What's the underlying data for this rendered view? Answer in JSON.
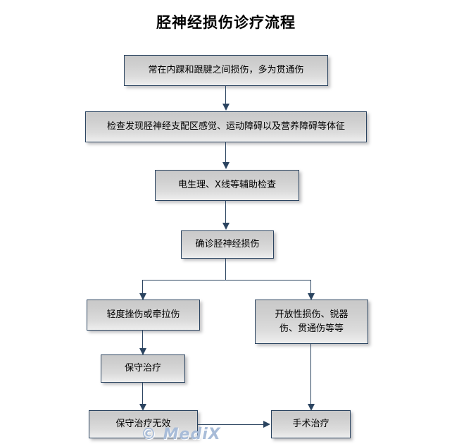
{
  "title": "胫神经损伤诊疗流程",
  "watermark": "© MediX",
  "colors": {
    "border": "#2b4460",
    "box_fill_top": "#c9c9c9",
    "box_fill_bottom": "#eeeeee",
    "text": "#000000",
    "watermark": "#a8bcd8",
    "background": "#ffffff"
  },
  "nodes": [
    {
      "id": "n1",
      "label": "常在内踝和跟腱之间损伤，多为贯通伤"
    },
    {
      "id": "n2",
      "label": "检查发现胫神经支配区感觉、运动障碍以及营养障碍等体征"
    },
    {
      "id": "n3",
      "label": "电生理、X线等辅助检查"
    },
    {
      "id": "n4",
      "label": "确诊胫神经损伤"
    },
    {
      "id": "n5",
      "label": "轻度挫伤或牵拉伤"
    },
    {
      "id": "n6",
      "label": "开放性损伤、锐器\n伤、贯通伤等等"
    },
    {
      "id": "n7",
      "label": "保守治疗"
    },
    {
      "id": "n8",
      "label": "保守治疗无效"
    },
    {
      "id": "n9",
      "label": "手术治疗"
    }
  ],
  "edges": [
    {
      "from": "n1",
      "to": "n2",
      "type": "arrow-down"
    },
    {
      "from": "n2",
      "to": "n3",
      "type": "arrow-down"
    },
    {
      "from": "n3",
      "to": "n4",
      "type": "arrow-down"
    },
    {
      "from": "n4",
      "to": "n5",
      "type": "split-arrow-down-left"
    },
    {
      "from": "n4",
      "to": "n6",
      "type": "split-arrow-down-right"
    },
    {
      "from": "n5",
      "to": "n7",
      "type": "arrow-down"
    },
    {
      "from": "n7",
      "to": "n8",
      "type": "arrow-down"
    },
    {
      "from": "n6",
      "to": "n9",
      "type": "arrow-down"
    },
    {
      "from": "n8",
      "to": "n9",
      "type": "arrow-right"
    }
  ]
}
